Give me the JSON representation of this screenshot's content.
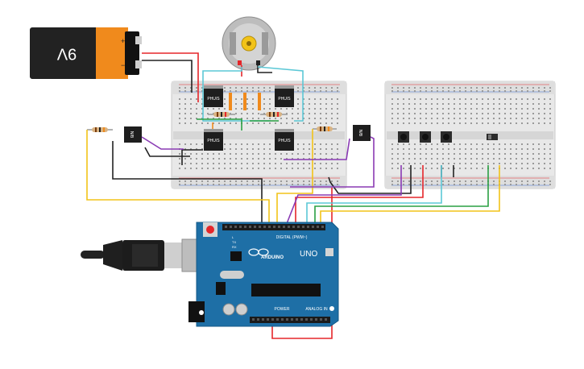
{
  "battery": {
    "label": "9V",
    "plus": "+",
    "minus": "−"
  },
  "chips": [
    {
      "id": "q1",
      "label": "PHU/S"
    },
    {
      "id": "q2",
      "label": "PHU/S"
    },
    {
      "id": "q3",
      "label": "PHU/S"
    },
    {
      "id": "q4",
      "label": "PHU/S"
    }
  ],
  "sensors": [
    {
      "id": "left-sensor",
      "label": "N/B"
    },
    {
      "id": "right-sensor",
      "label": "N/B"
    }
  ],
  "arduino": {
    "logo_text": "ARDUINO",
    "model": "UNO",
    "digital_label": "DIGITAL (PWM~)",
    "power_label": "POWER",
    "analog_label": "ANALOG IN",
    "tx_label": "TX",
    "rx_label": "RX",
    "l_label": "L",
    "on_label": "ON"
  },
  "colors": {
    "wire_red": "#e5262a",
    "wire_black": "#222222",
    "wire_yellow": "#f2c318",
    "wire_purple": "#8a3ab4",
    "wire_green": "#2aa043",
    "wire_cyan": "#5cc8d6",
    "wire_orange": "#f08a1c",
    "board_blue": "#1e6fa6",
    "breadboard": "#e8e8e8"
  }
}
